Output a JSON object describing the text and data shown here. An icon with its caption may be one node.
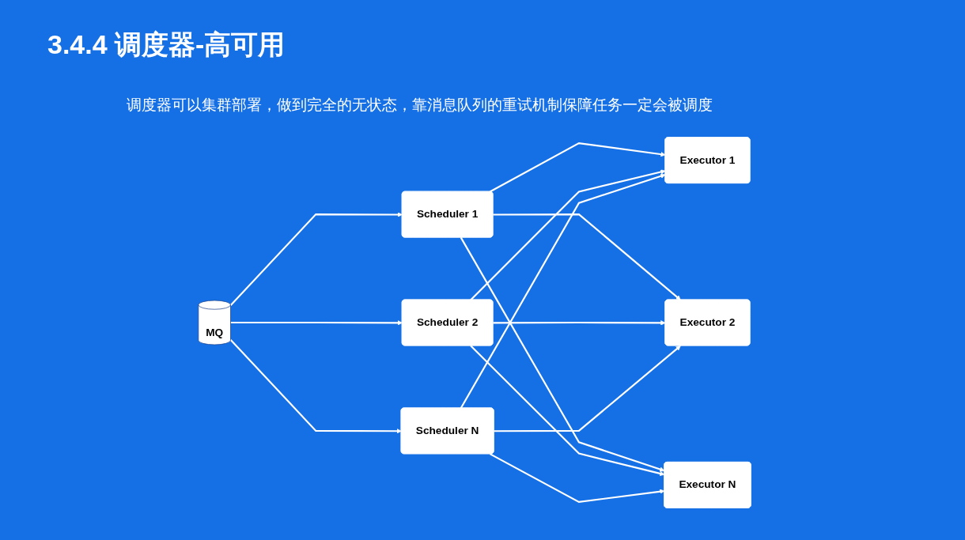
{
  "diagram": {
    "title": "3.4.4 调度器-高可用",
    "nodes": [
      {
        "text": [
          "MQ"
        ]
      },
      {
        "text": [
          "Scheduler 1"
        ]
      },
      {
        "text": [
          "Scheduler 2"
        ]
      },
      {
        "text": [
          "Scheduler N"
        ]
      },
      {
        "text": [
          "Executor 1"
        ]
      },
      {
        "text": [
          "Executor 2"
        ]
      },
      {
        "text": [
          "Executor N"
        ]
      }
    ],
    "edges": [
      {
        "from": 0,
        "to": 1,
        "arrow": "to"
      },
      {
        "from": 0,
        "to": 2,
        "arrow": "to"
      },
      {
        "from": 0,
        "to": 3,
        "arrow": "to"
      },
      {
        "from": 1,
        "to": 4,
        "arrow": "to"
      },
      {
        "from": 1,
        "to": 5,
        "arrow": "to"
      },
      {
        "from": 1,
        "to": 6,
        "arrow": "to"
      },
      {
        "from": 2,
        "to": 4,
        "arrow": "to"
      },
      {
        "from": 2,
        "to": 5,
        "arrow": "to"
      },
      {
        "from": 2,
        "to": 6,
        "arrow": "to"
      },
      {
        "from": 3,
        "to": 4,
        "arrow": "to"
      },
      {
        "from": 3,
        "to": 5,
        "arrow": "to"
      },
      {
        "from": 3,
        "to": 6,
        "arrow": "to"
      }
    ],
    "labels": [
      "调度器可以集群部署，做到完全的无状态，靠消息队列的重试机制保障任务一定会被调度"
    ]
  }
}
